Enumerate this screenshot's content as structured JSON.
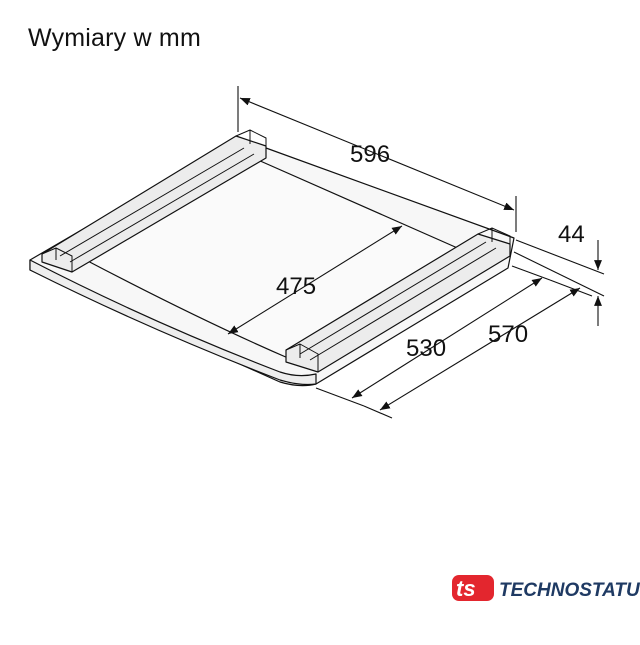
{
  "title": "Wymiary w mm",
  "dimensions": {
    "width": "596",
    "depth_inner": "475",
    "depth_a": "530",
    "depth_b": "570",
    "height": "44"
  },
  "brand": {
    "logo_letters": "ts",
    "name": "TECHNOSTATUS",
    "color": "#e3262e",
    "text_color": "#1f3a63"
  },
  "colors": {
    "line": "#111111",
    "panel_fill": "#f7f7f7",
    "rail_fill": "#ececec"
  }
}
